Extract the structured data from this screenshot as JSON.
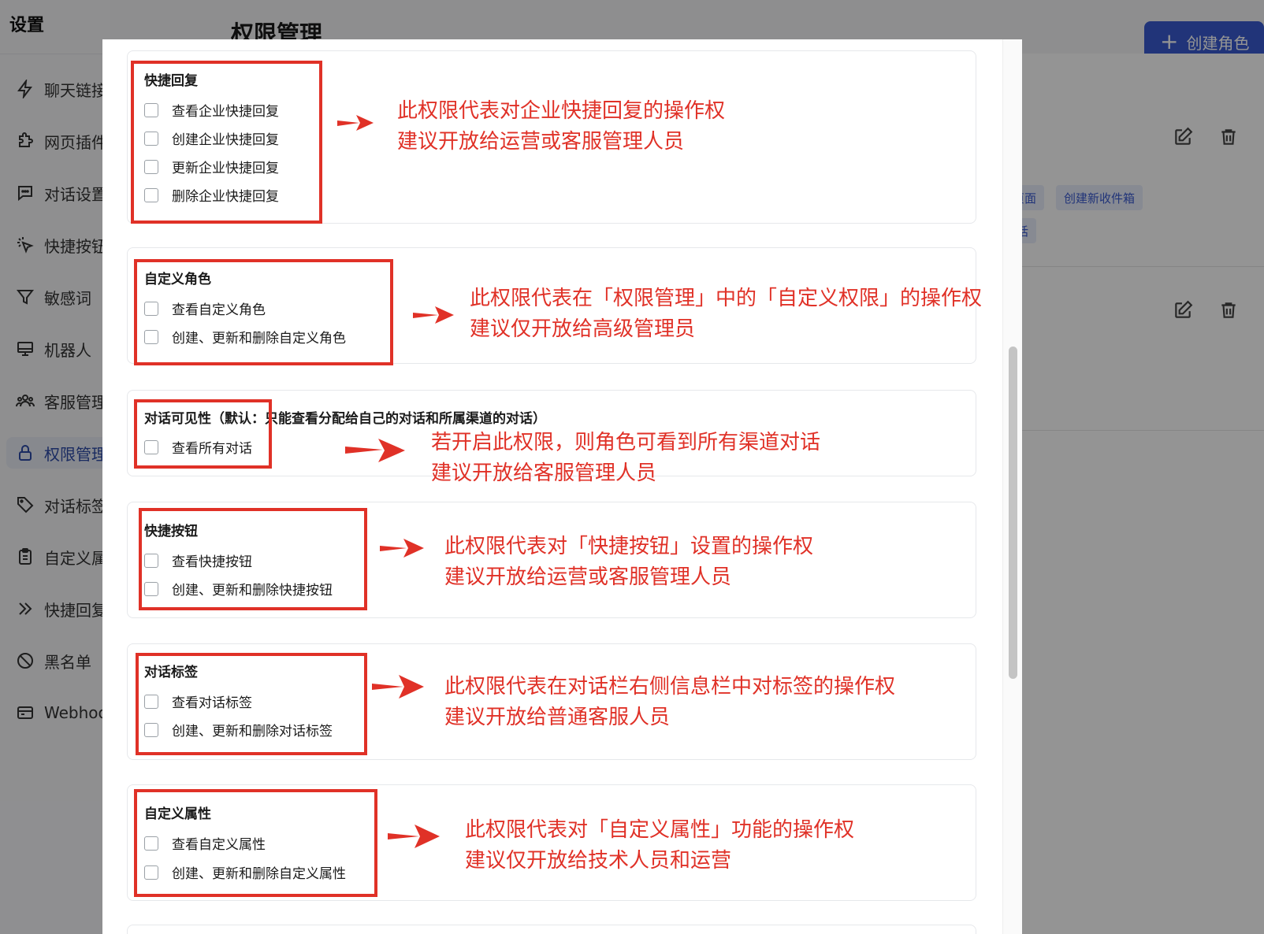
{
  "app": {
    "settings_title": "设置",
    "page_title": "权限管理",
    "create_button": "创建角色"
  },
  "sidebar": {
    "items": [
      {
        "label": "聊天链接",
        "icon": "lightning-icon"
      },
      {
        "label": "网页插件",
        "icon": "puzzle-icon"
      },
      {
        "label": "对话设置",
        "icon": "chat-bubble-icon"
      },
      {
        "label": "快捷按钮",
        "icon": "cursor-click-icon"
      },
      {
        "label": "敏感词",
        "icon": "filter-icon"
      },
      {
        "label": "机器人",
        "icon": "monitor-icon"
      },
      {
        "label": "客服管理",
        "icon": "users-icon"
      },
      {
        "label": "权限管理",
        "icon": "lock-icon"
      },
      {
        "label": "对话标签",
        "icon": "tag-icon"
      },
      {
        "label": "自定义属性",
        "icon": "clipboard-icon"
      },
      {
        "label": "快捷回复",
        "icon": "double-chevron-icon"
      },
      {
        "label": "黑名单",
        "icon": "ban-icon"
      },
      {
        "label": "Webhook",
        "icon": "inbox-icon"
      }
    ]
  },
  "background": {
    "tags": [
      "页面",
      "创建新收件箱",
      "话"
    ]
  },
  "sections": [
    {
      "title": "快捷回复",
      "options": [
        "查看企业快捷回复",
        "创建企业快捷回复",
        "更新企业快捷回复",
        "删除企业快捷回复"
      ],
      "annotation": [
        "此权限代表对企业快捷回复的操作权",
        "建议开放给运营或客服管理人员"
      ]
    },
    {
      "title": "自定义角色",
      "options": [
        "查看自定义角色",
        "创建、更新和删除自定义角色"
      ],
      "annotation": [
        "此权限代表在「权限管理」中的「自定义权限」的操作权",
        "建议仅开放给高级管理员"
      ]
    },
    {
      "title": "对话可见性（默认：只能查看分配给自己的对话和所属渠道的对话）",
      "options": [
        "查看所有对话"
      ],
      "annotation": [
        "若开启此权限，则角色可看到所有渠道对话",
        "建议开放给客服管理人员"
      ]
    },
    {
      "title": "快捷按钮",
      "options": [
        "查看快捷按钮",
        "创建、更新和删除快捷按钮"
      ],
      "annotation": [
        "此权限代表对「快捷按钮」设置的操作权",
        "建议开放给运营或客服管理人员"
      ]
    },
    {
      "title": "对话标签",
      "options": [
        "查看对话标签",
        "创建、更新和删除对话标签"
      ],
      "annotation": [
        "此权限代表在对话栏右侧信息栏中对标签的操作权",
        "建议开放给普通客服人员"
      ]
    },
    {
      "title": "自定义属性",
      "options": [
        "查看自定义属性",
        "创建、更新和删除自定义属性"
      ],
      "annotation": [
        "此权限代表对「自定义属性」功能的操作权",
        "建议仅开放给技术人员和运营"
      ]
    }
  ],
  "colors": {
    "annotation_red": "#e03127",
    "primary_blue": "#3a5bd0"
  }
}
